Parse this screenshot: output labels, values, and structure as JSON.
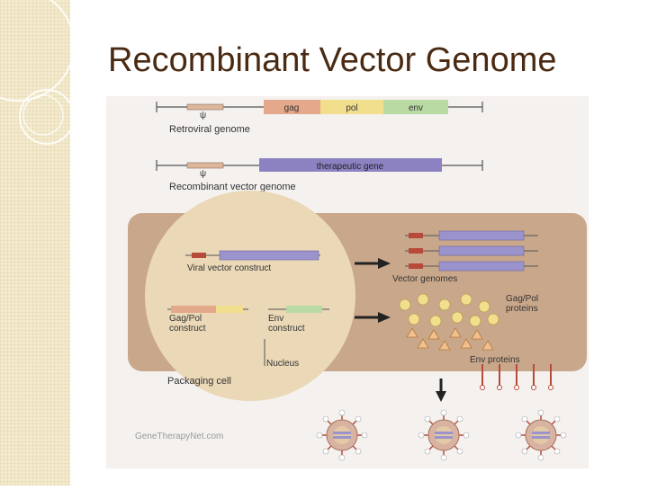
{
  "slide": {
    "title": "Recombinant Vector Genome"
  },
  "figure": {
    "retroviral": {
      "psi": "ψ",
      "gag": "gag",
      "pol": "pol",
      "env": "env",
      "caption": "Retroviral genome"
    },
    "recombinant": {
      "psi": "ψ",
      "gene": "therapeutic gene",
      "caption": "Recombinant vector genome"
    },
    "cell": {
      "viral_construct": "Viral vector construct",
      "gagpol_construct_line1": "Gag/Pol",
      "gagpol_construct_line2": "construct",
      "env_construct_line1": "Env",
      "env_construct_line2": "construct",
      "nucleus": "Nucleus",
      "vector_genomes": "Vector genomes",
      "gagpol_proteins_line1": "Gag/Pol",
      "gagpol_proteins_line2": "proteins",
      "env_proteins": "Env proteins",
      "packaging_cell": "Packaging cell"
    },
    "watermark": "GeneTherapyNet.com"
  }
}
